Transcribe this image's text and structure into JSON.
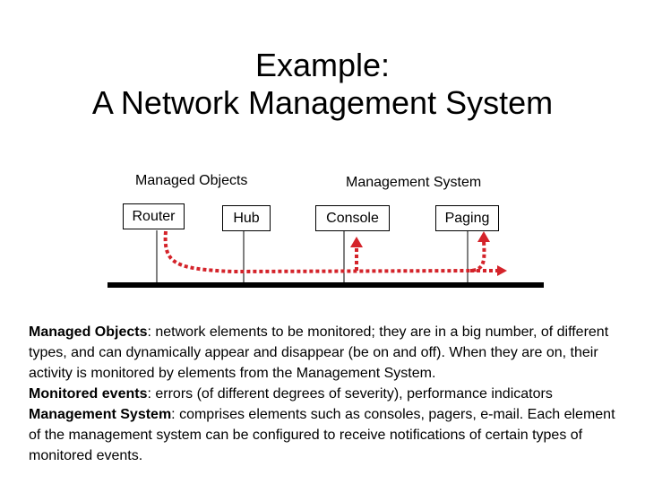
{
  "title": {
    "line1": "Example:",
    "line2": "A Network Management System"
  },
  "groups": {
    "managed": "Managed Objects",
    "management": "Management System"
  },
  "devices": {
    "router": "Router",
    "hub": "Hub",
    "console": "Console",
    "paging": "Paging"
  },
  "colors": {
    "arrow": "#d4232a",
    "bus": "#000000"
  },
  "description": {
    "p1_term": "Managed Objects",
    "p1_text": ":  network elements to be monitored; they are in a big number, of different types, and can dynamically appear and disappear (be on and off). When they are on, their activity is  monitored by  elements from the Management System.",
    "p2_term": "Monitored events",
    "p2_text": ": errors (of different degrees of severity),  performance indicators",
    "p3_term": "Management System",
    "p3_text": ": comprises elements such as  consoles, pagers, e-mail. Each element of the management system can be configured  to receive notifications of certain types of monitored events."
  }
}
